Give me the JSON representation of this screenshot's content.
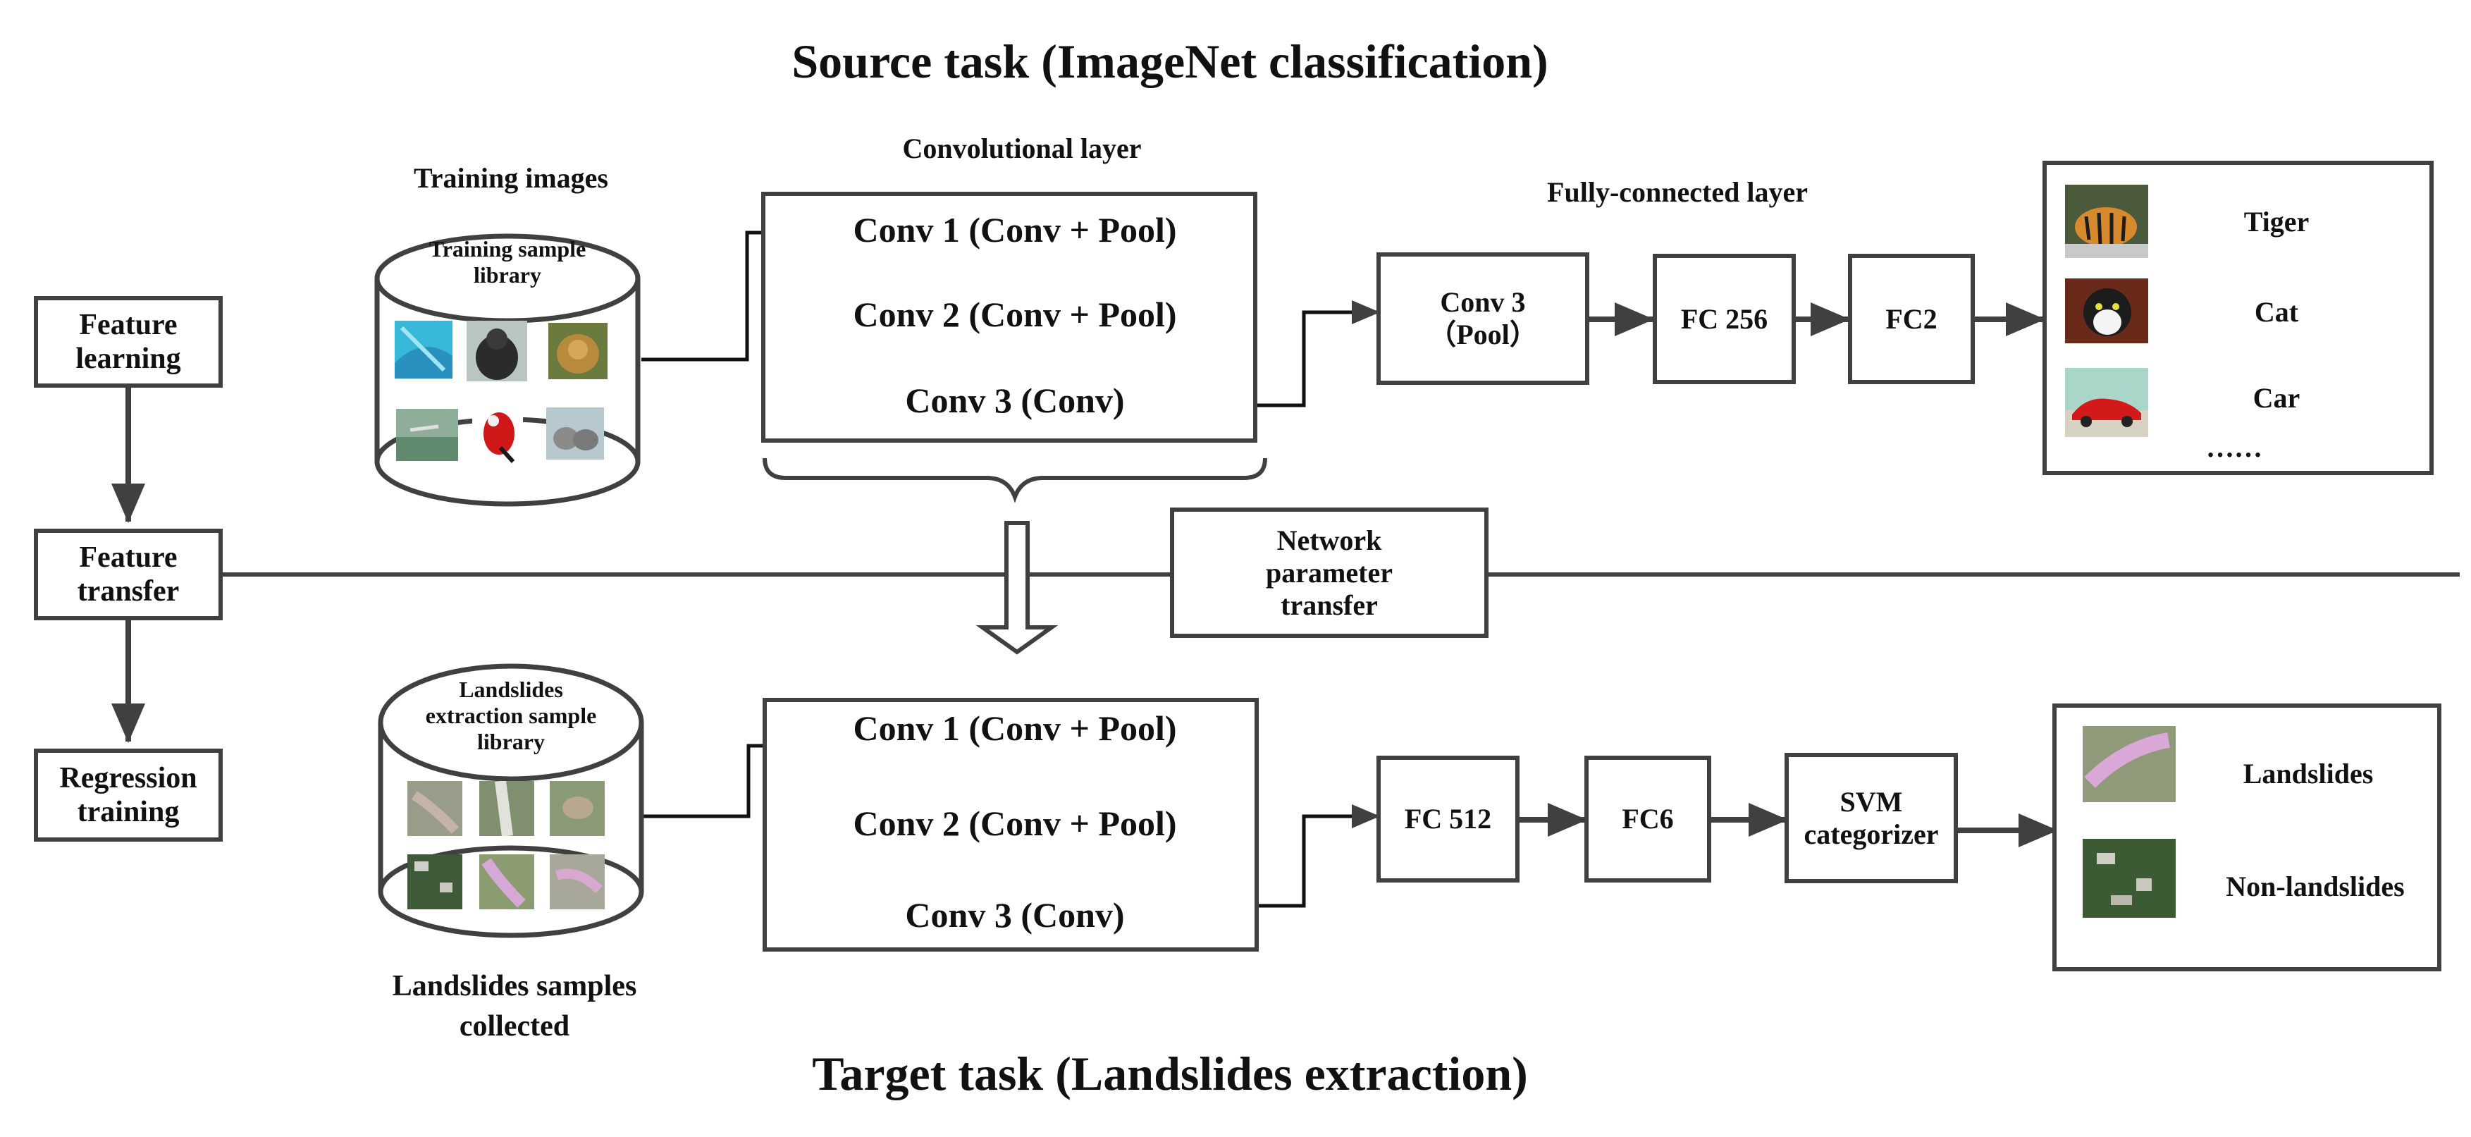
{
  "titles": {
    "source": "Source task (ImageNet classification)",
    "target": "Target task (Landslides extraction)"
  },
  "side": {
    "feature_learning": "Feature learning",
    "feature_transfer": "Feature transfer",
    "regression_training": "Regression training"
  },
  "source": {
    "training_images_label": "Training images",
    "library_label": "Training sample library",
    "conv_layer_label": "Convolutional layer",
    "conv1": "Conv 1 (Conv + Pool)",
    "conv2": "Conv 2 (Conv + Pool)",
    "conv3": "Conv 3 (Conv)",
    "fc_layer_label": "Fully-connected layer",
    "conv3_pool_line1": "Conv 3",
    "conv3_pool_line2": "（Pool）",
    "fc256": "FC 256",
    "fc2": "FC2",
    "outputs": [
      "Tiger",
      "Cat",
      "Car"
    ],
    "ellipsis": "……"
  },
  "transfer": {
    "line1": "Network",
    "line2": "parameter",
    "line3": "transfer"
  },
  "target": {
    "library_label": "Landslides extraction sample library",
    "conv1": "Conv 1 (Conv + Pool)",
    "conv2": "Conv 2 (Conv + Pool)",
    "conv3": "Conv 3 (Conv)",
    "collected_line1": "Landslides samples",
    "collected_line2": "collected",
    "fc512": "FC 512",
    "fc6": "FC6",
    "svm_line1": "SVM",
    "svm_line2": "categorizer",
    "outputs": [
      "Landslides",
      "Non-landslides"
    ]
  },
  "colors": {
    "line": "#404040",
    "arrow": "#404040"
  }
}
